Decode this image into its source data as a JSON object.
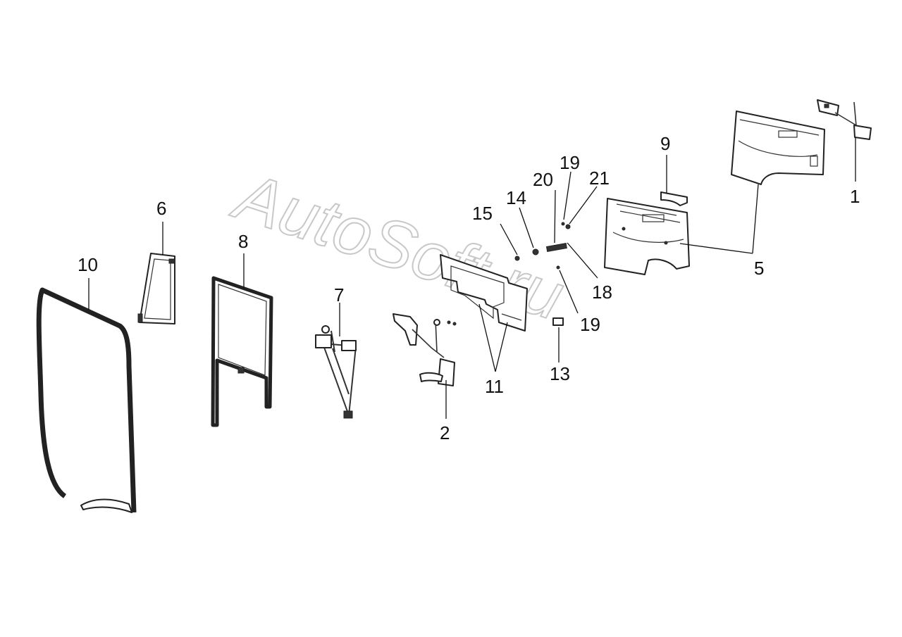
{
  "watermark": "AutoSoft.ru",
  "callouts": {
    "c1": "1",
    "c2": "2",
    "c5": "5",
    "c6": "6",
    "c7": "7",
    "c8": "8",
    "c9": "9",
    "c10": "10",
    "c11": "11",
    "c13": "13",
    "c14": "14",
    "c15": "15",
    "c18": "18",
    "c19a": "19",
    "c19b": "19",
    "c20": "20",
    "c21": "21"
  }
}
